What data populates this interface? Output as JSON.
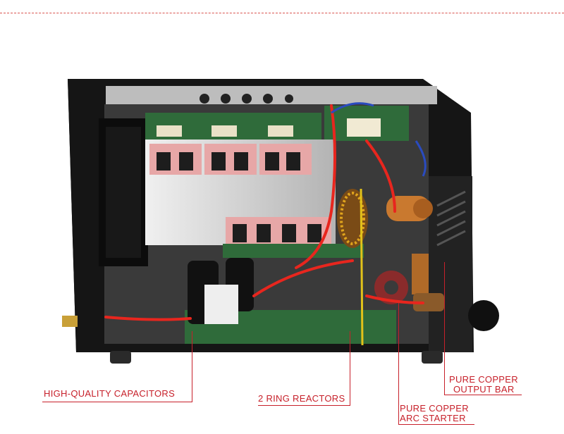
{
  "callouts": {
    "capacitors": "HIGH-QUALITY CAPACITORS",
    "ring_reactors": "2 RING REACTORS",
    "arc_starter_line1": "PURE COPPER",
    "arc_starter_line2": "ARC STARTER",
    "output_bar_line1": "PURE COPPER",
    "output_bar_line2": "OUTPUT BAR"
  },
  "colors": {
    "accent": "#c7202a",
    "case": "#1c1c1c",
    "heatsink": "#d9d9d9",
    "pcb": "#2f6b3a",
    "copper": "#c9792f",
    "wire_red": "#e8261e"
  }
}
